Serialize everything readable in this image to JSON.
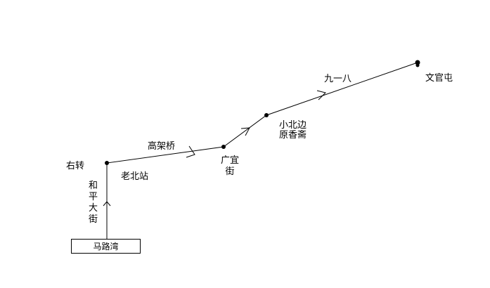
{
  "diagram": {
    "start": "马路湾",
    "labels": {
      "heping_dajie": "和平大街",
      "youzhuan": "右转",
      "laobeizhan": "老北站",
      "gaojiaqiao": "高架桥",
      "guangyijie": "广宜街",
      "xiaobeibian": "小北边",
      "yuanxiangzhai": "原香斋",
      "jiuyiba": "九一八",
      "wenguantun": "文官屯"
    },
    "colors": {
      "line": "#000000",
      "text": "#000000",
      "background": "#ffffff"
    }
  }
}
